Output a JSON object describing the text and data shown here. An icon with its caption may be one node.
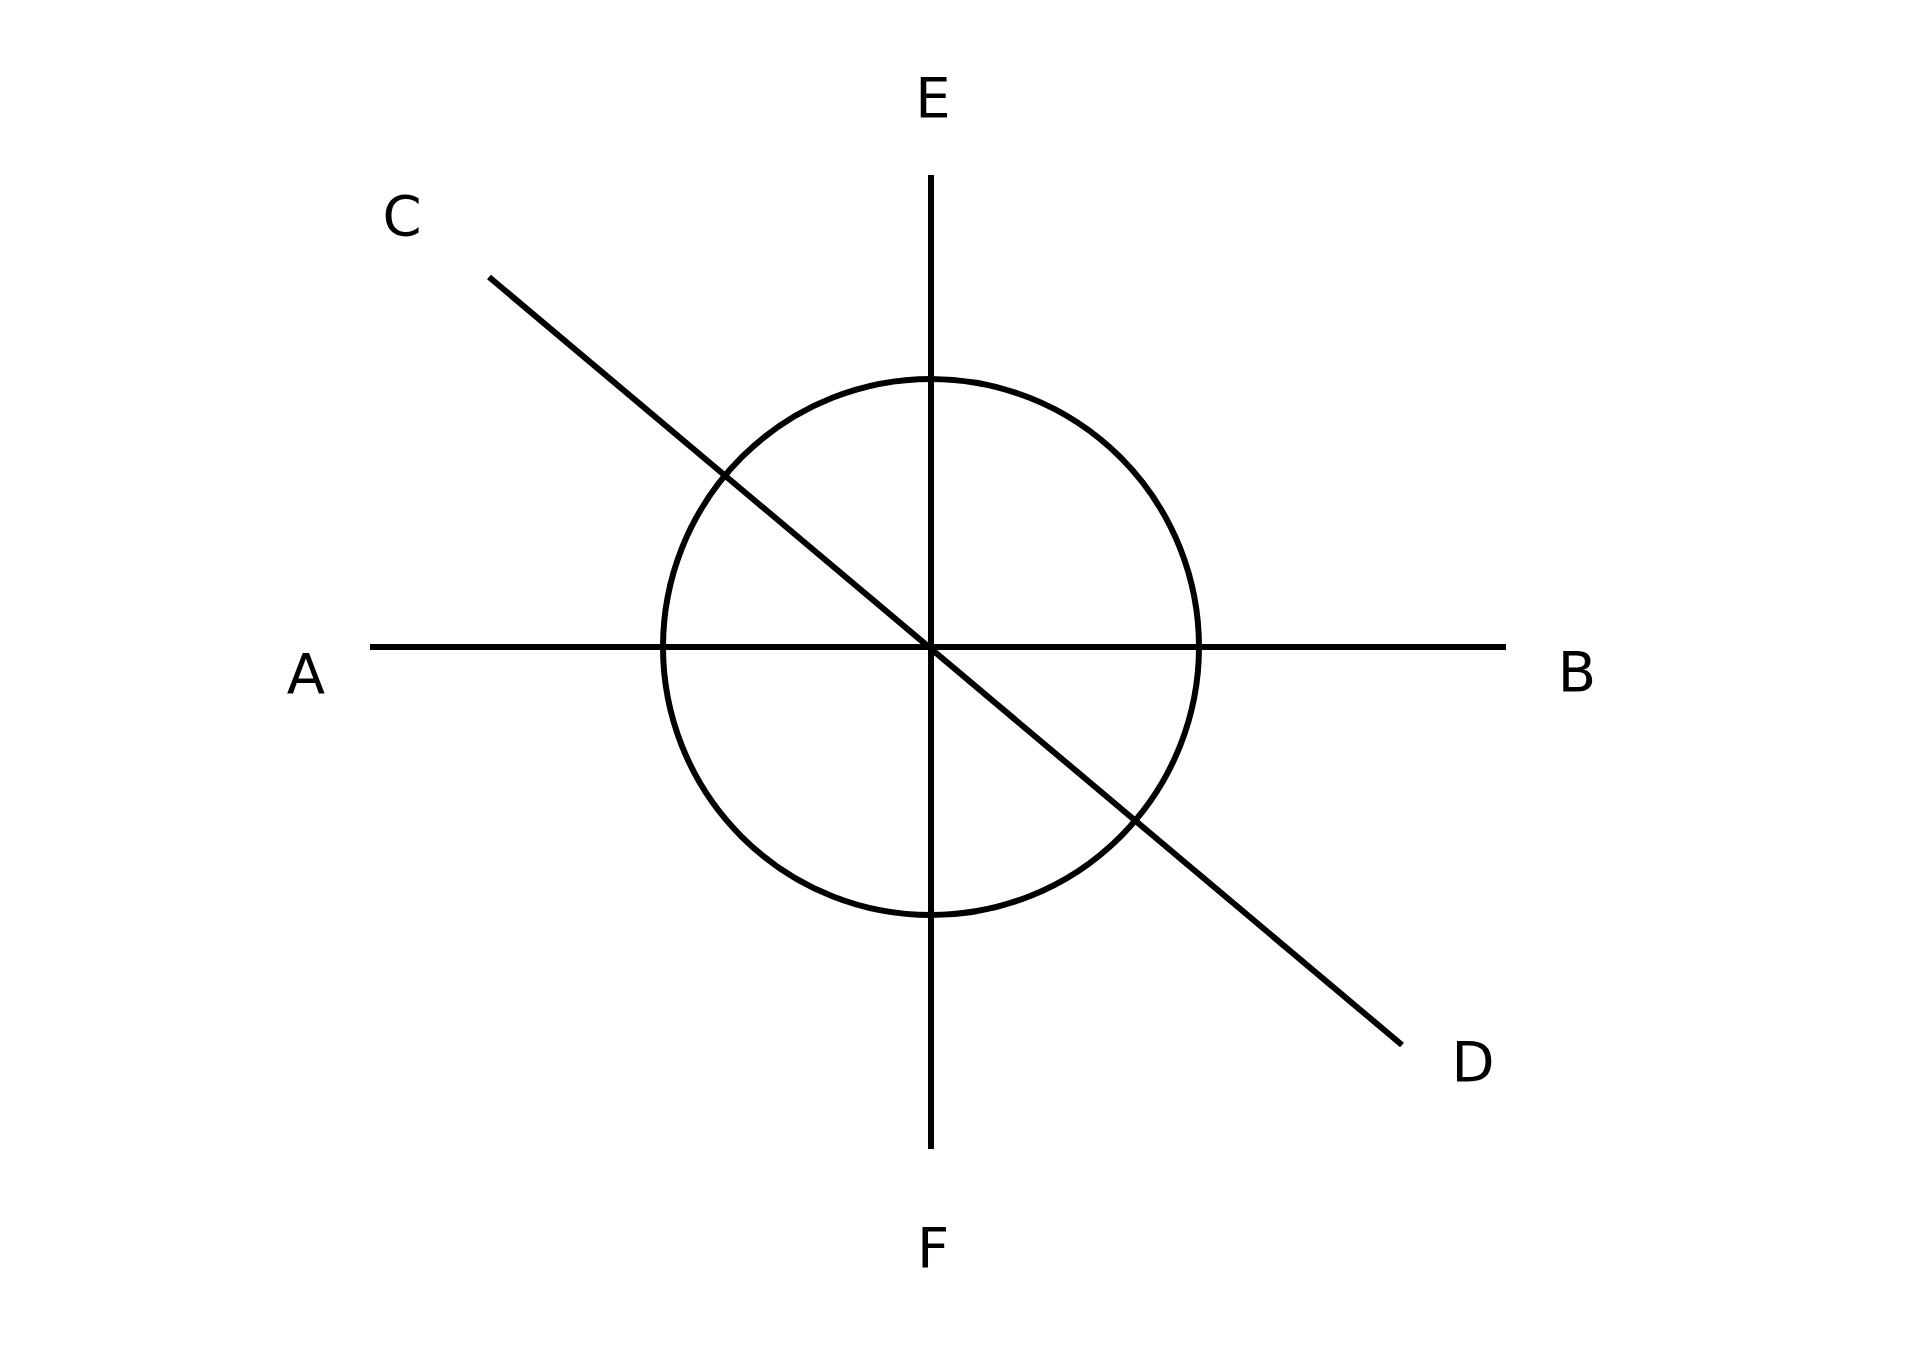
{
  "diagram": {
    "labels": [
      "E",
      "C",
      "A",
      "B",
      "D",
      "F"
    ]
  }
}
